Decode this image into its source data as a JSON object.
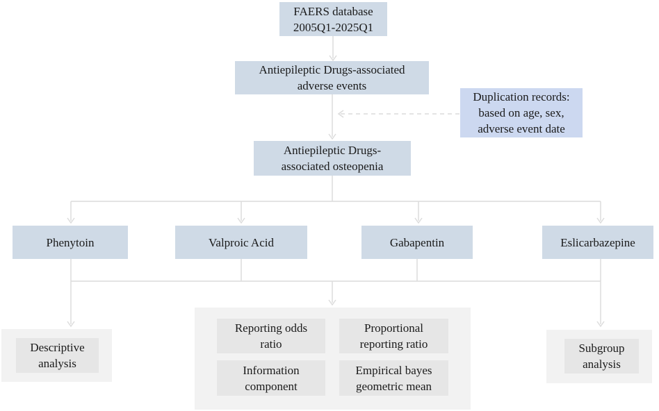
{
  "colors": {
    "node_fill": "#cfdae6",
    "note_fill": "#ccd8f0",
    "panel_fill": "#f2f2f2",
    "chip_fill": "#e6e6e6",
    "connector": "#dcdcdc",
    "text": "#1a1a1a",
    "background": "#ffffff"
  },
  "nodes": {
    "faers": "FAERS database\n2005Q1-2025Q1",
    "adverse_events": "Antiepileptic Drugs-associated\nadverse events",
    "duplication_note": "Duplication records:\nbased on age, sex,\nadverse event date",
    "osteopenia": "Antiepileptic Drugs-\nassociated osteopenia",
    "drugs": [
      "Phenytoin",
      "Valproic Acid",
      "Gabapentin",
      "Eslicarbazepine"
    ],
    "descriptive_analysis": "Descriptive\nanalysis",
    "reporting_odds_ratio": "Reporting odds\nratio",
    "proportional_reporting_ratio": "Proportional\nreporting ratio",
    "information_component": "Information\ncomponent",
    "empirical_bayes_geometric_mean": "Empirical bayes\ngeometric mean",
    "subgroup_analysis": "Subgroup\nanalysis"
  }
}
